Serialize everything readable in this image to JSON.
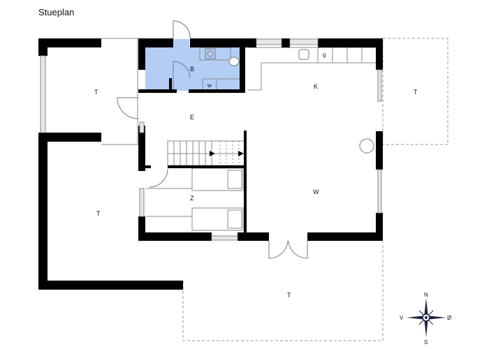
{
  "plan": {
    "title": "Stueplan",
    "colors": {
      "wall": "#000000",
      "bathroom_fill": "#b3cdf5",
      "thin_line": "#8a8a8a",
      "terrace_dash": "#999999",
      "window_fill": "#d0d0d0"
    },
    "rooms": {
      "terrace_top_left": "T",
      "terrace_left": "T",
      "terrace_right": "T",
      "terrace_bottom": "T",
      "bathroom": "B",
      "washer": "w",
      "entrance": "E",
      "kitchen": "K",
      "fridge": "g",
      "living": "W",
      "bedroom": "Z"
    },
    "compass": {
      "north": "N",
      "south": "S",
      "west": "V",
      "east": "Ø"
    }
  }
}
